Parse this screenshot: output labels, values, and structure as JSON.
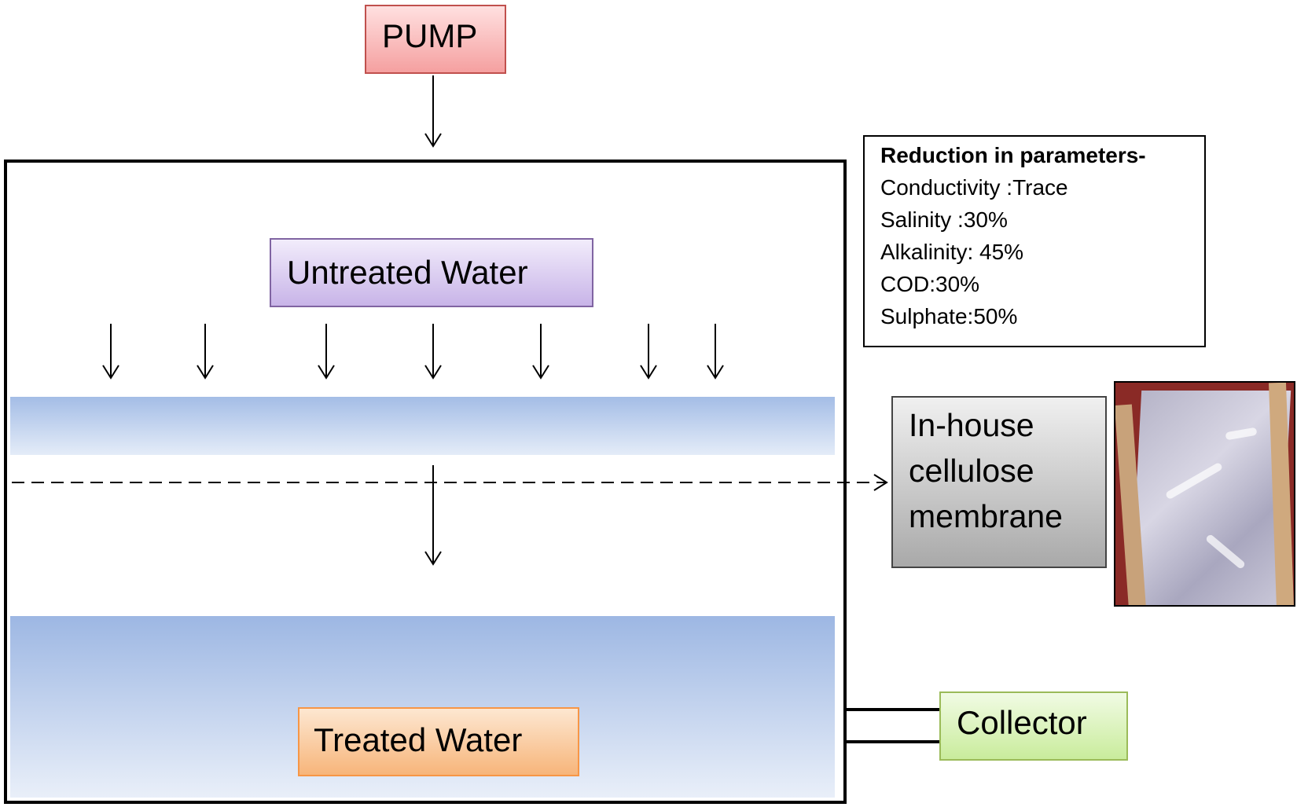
{
  "pump": {
    "label": "PUMP"
  },
  "untreated": {
    "label": "Untreated Water"
  },
  "treated": {
    "label": "Treated Water"
  },
  "collector": {
    "label": "Collector"
  },
  "membrane": {
    "lines": [
      "In-house",
      "cellulose",
      "membrane"
    ]
  },
  "reduction": {
    "heading": "Reduction in parameters-",
    "items": [
      "Conductivity  :Trace",
      "Salinity :30%",
      "Alkalinity: 45%",
      "COD:30%",
      "Sulphate:50%"
    ]
  },
  "colors": {
    "pump_fill": "#f5a0a0",
    "untreated_fill": "#c8b4e8",
    "treated_fill": "#f7b57a",
    "collector_fill": "#c9ec9c",
    "membrane_label_fill": "#a9a9a9",
    "water_blue": "#9db7e3"
  }
}
